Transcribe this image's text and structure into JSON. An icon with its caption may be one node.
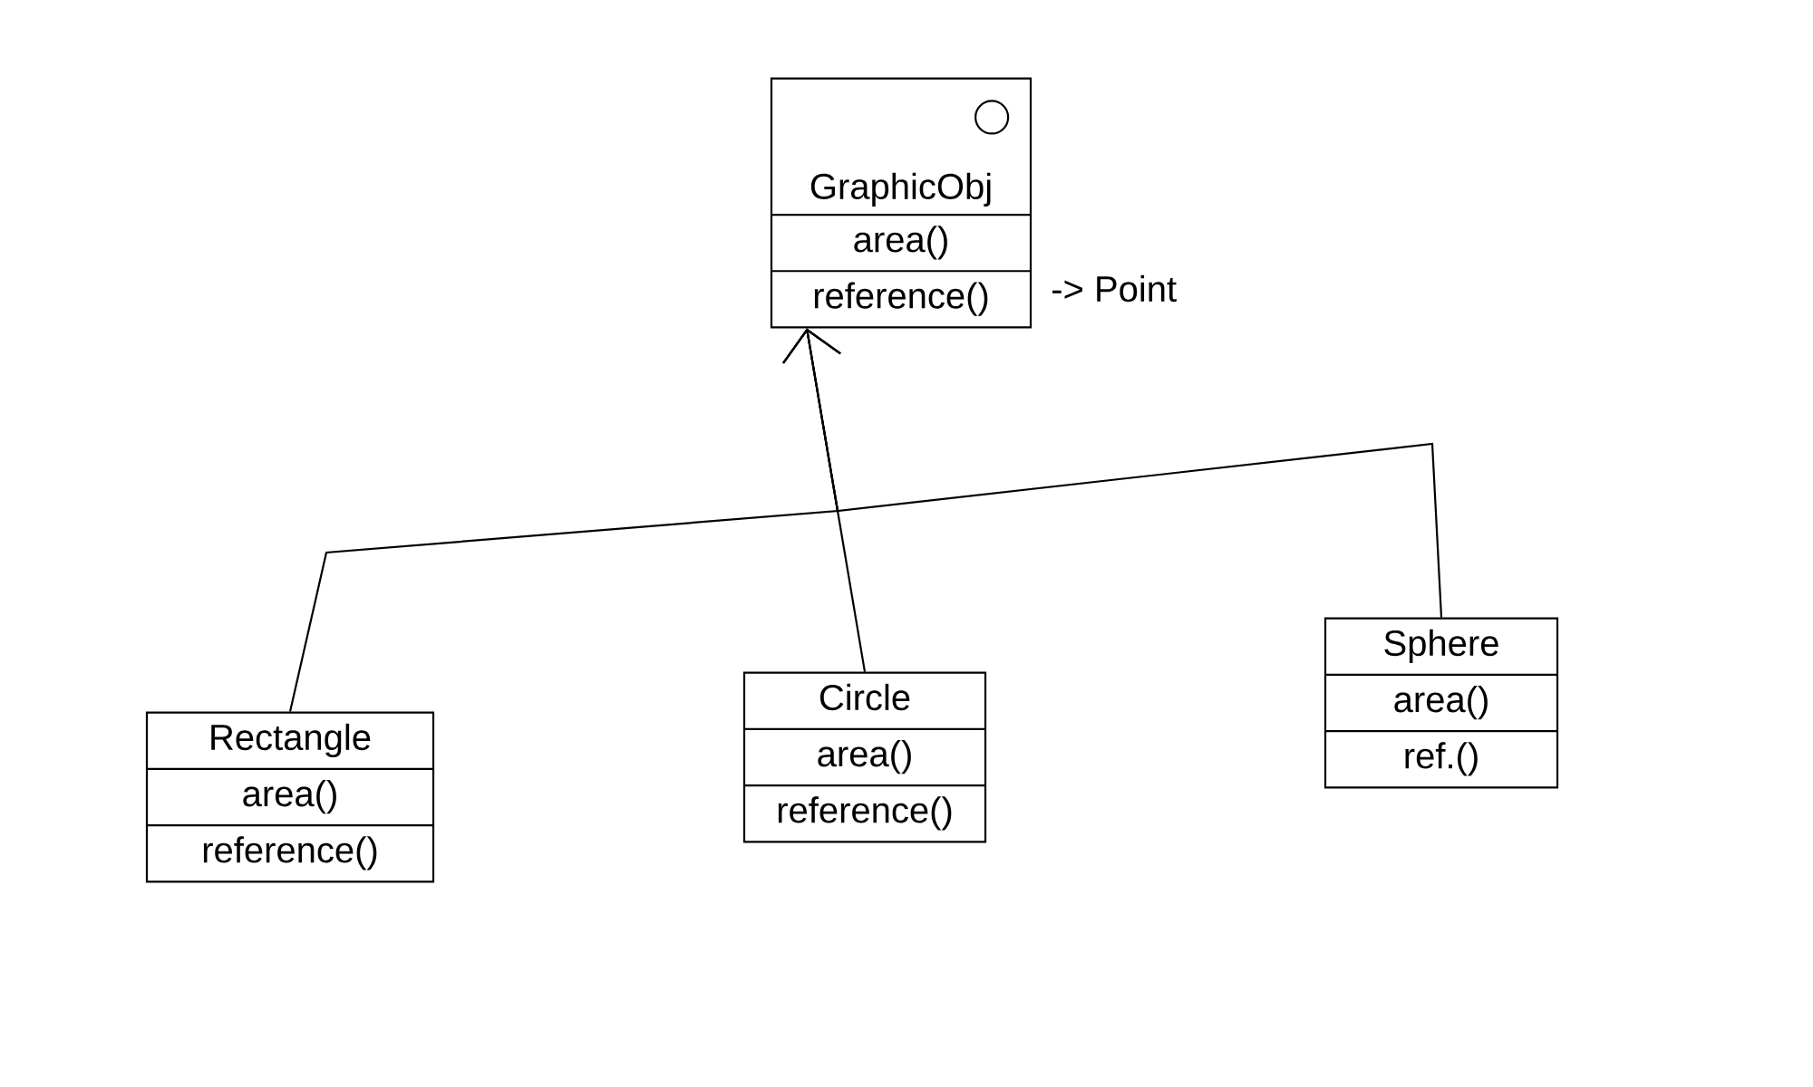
{
  "diagram": {
    "nodes": [
      {
        "text": [
          "GraphicObj",
          "area()",
          "reference()"
        ],
        "beside": [
          "-> Point"
        ]
      },
      {
        "text": [
          "Rectangle",
          "area()",
          "reference()"
        ]
      },
      {
        "text": [
          "Circle",
          "area()",
          "reference()"
        ]
      },
      {
        "text": [
          "Sphere",
          "area()",
          "ref.()"
        ]
      }
    ],
    "edges": [
      {
        "from": 1,
        "to": 0,
        "arrow": "to"
      },
      {
        "from": 2,
        "to": 0,
        "arrow": "to"
      },
      {
        "from": 3,
        "to": 0,
        "arrow": "to"
      }
    ]
  }
}
